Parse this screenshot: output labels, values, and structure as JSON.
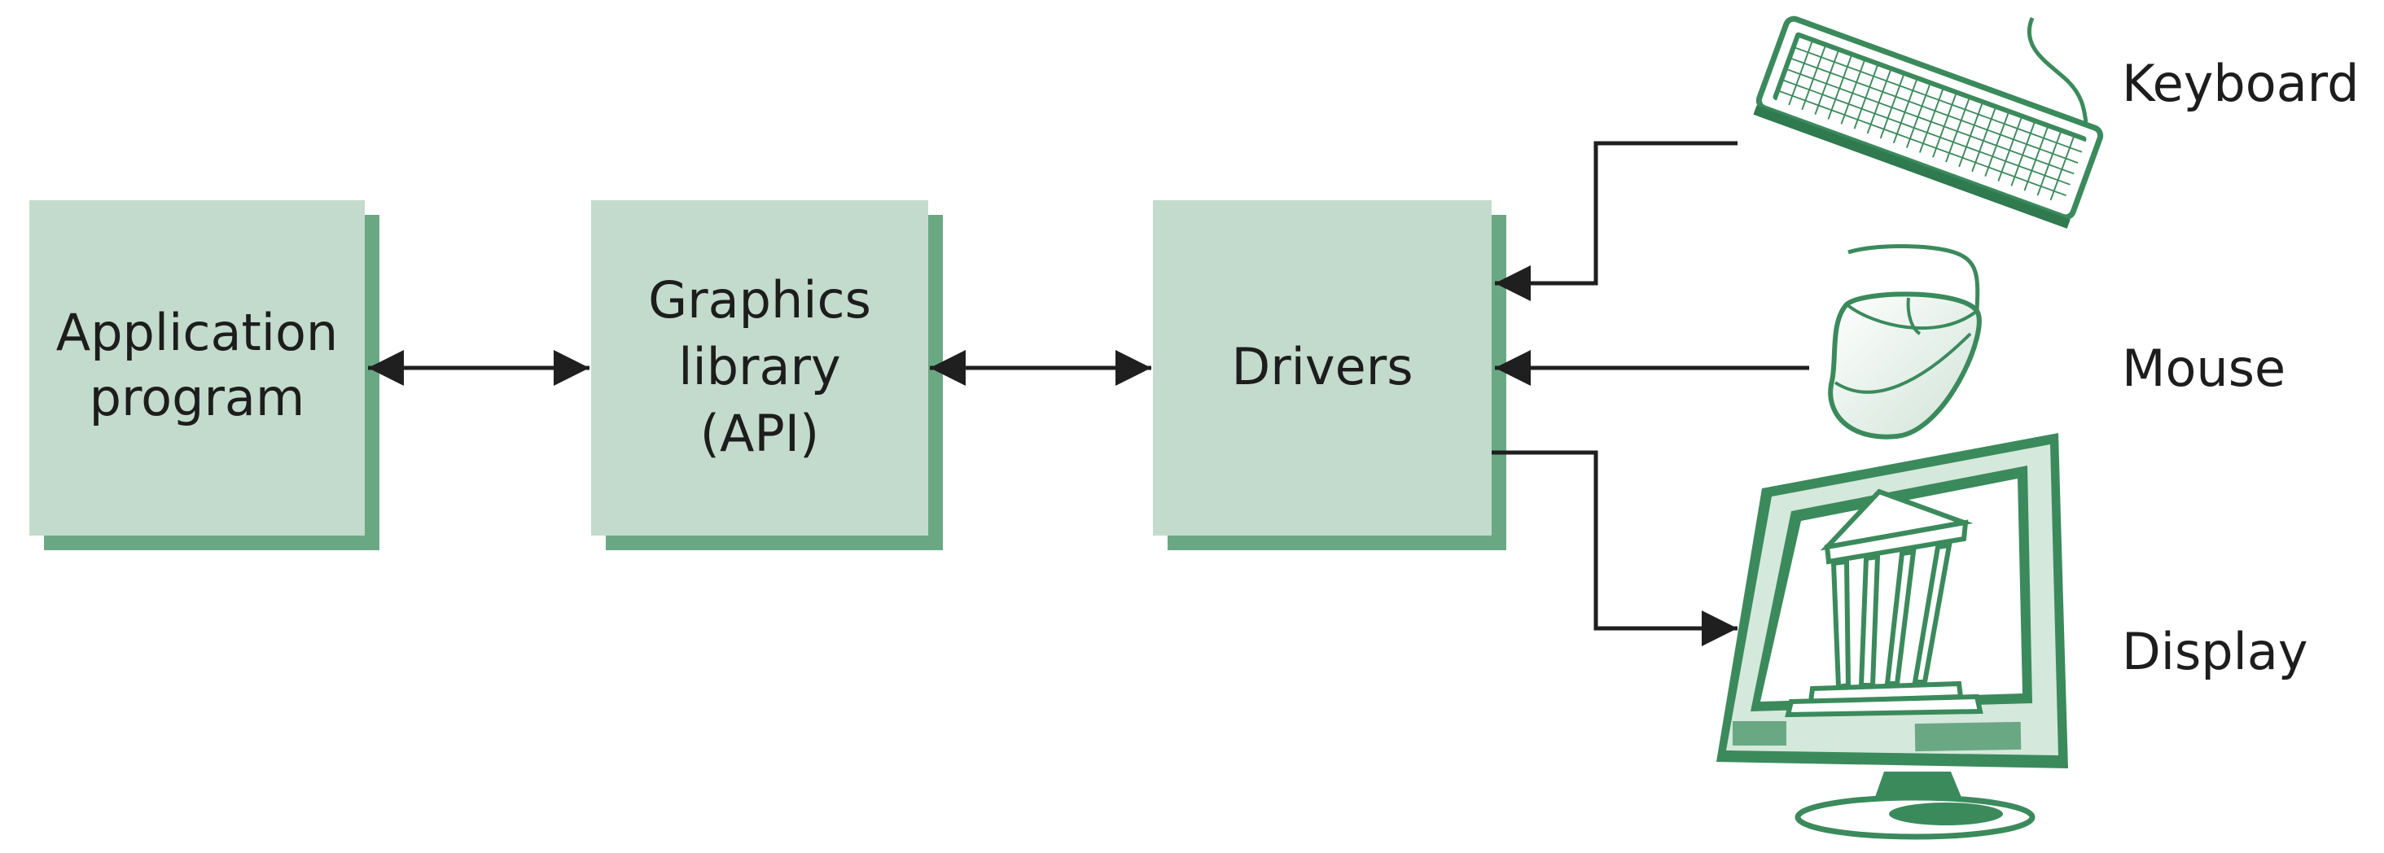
{
  "boxes": {
    "application": {
      "line1": "Application",
      "line2": "program"
    },
    "graphics": {
      "line1": "Graphics",
      "line2": "library",
      "line3": "(API)"
    },
    "drivers": {
      "line1": "Drivers"
    }
  },
  "devices": {
    "keyboard": "Keyboard",
    "mouse": "Mouse",
    "display": "Display"
  },
  "colors": {
    "box_fill": "#c3dbcc",
    "box_shadow": "#6aa884",
    "device_green": "#3b8a5c",
    "device_light": "#d5e8dc",
    "arrow": "#1f1f1f",
    "text": "#1d1d1d"
  }
}
